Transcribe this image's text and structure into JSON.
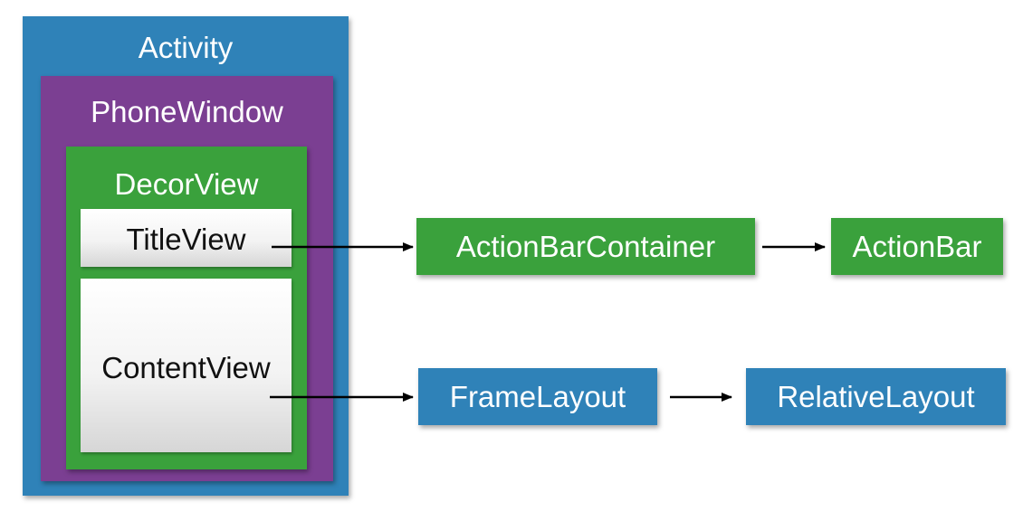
{
  "containers": {
    "activity": "Activity",
    "phone_window": "PhoneWindow",
    "decor_view": "DecorView",
    "title_view": "TitleView",
    "content_view": "ContentView"
  },
  "nodes": {
    "action_bar_container": "ActionBarContainer",
    "action_bar": "ActionBar",
    "frame_layout": "FrameLayout",
    "relative_layout": "RelativeLayout"
  },
  "colors": {
    "blue": "#2f82b8",
    "purple": "#7b3f92",
    "green": "#3aa13c",
    "arrow": "#000000"
  }
}
